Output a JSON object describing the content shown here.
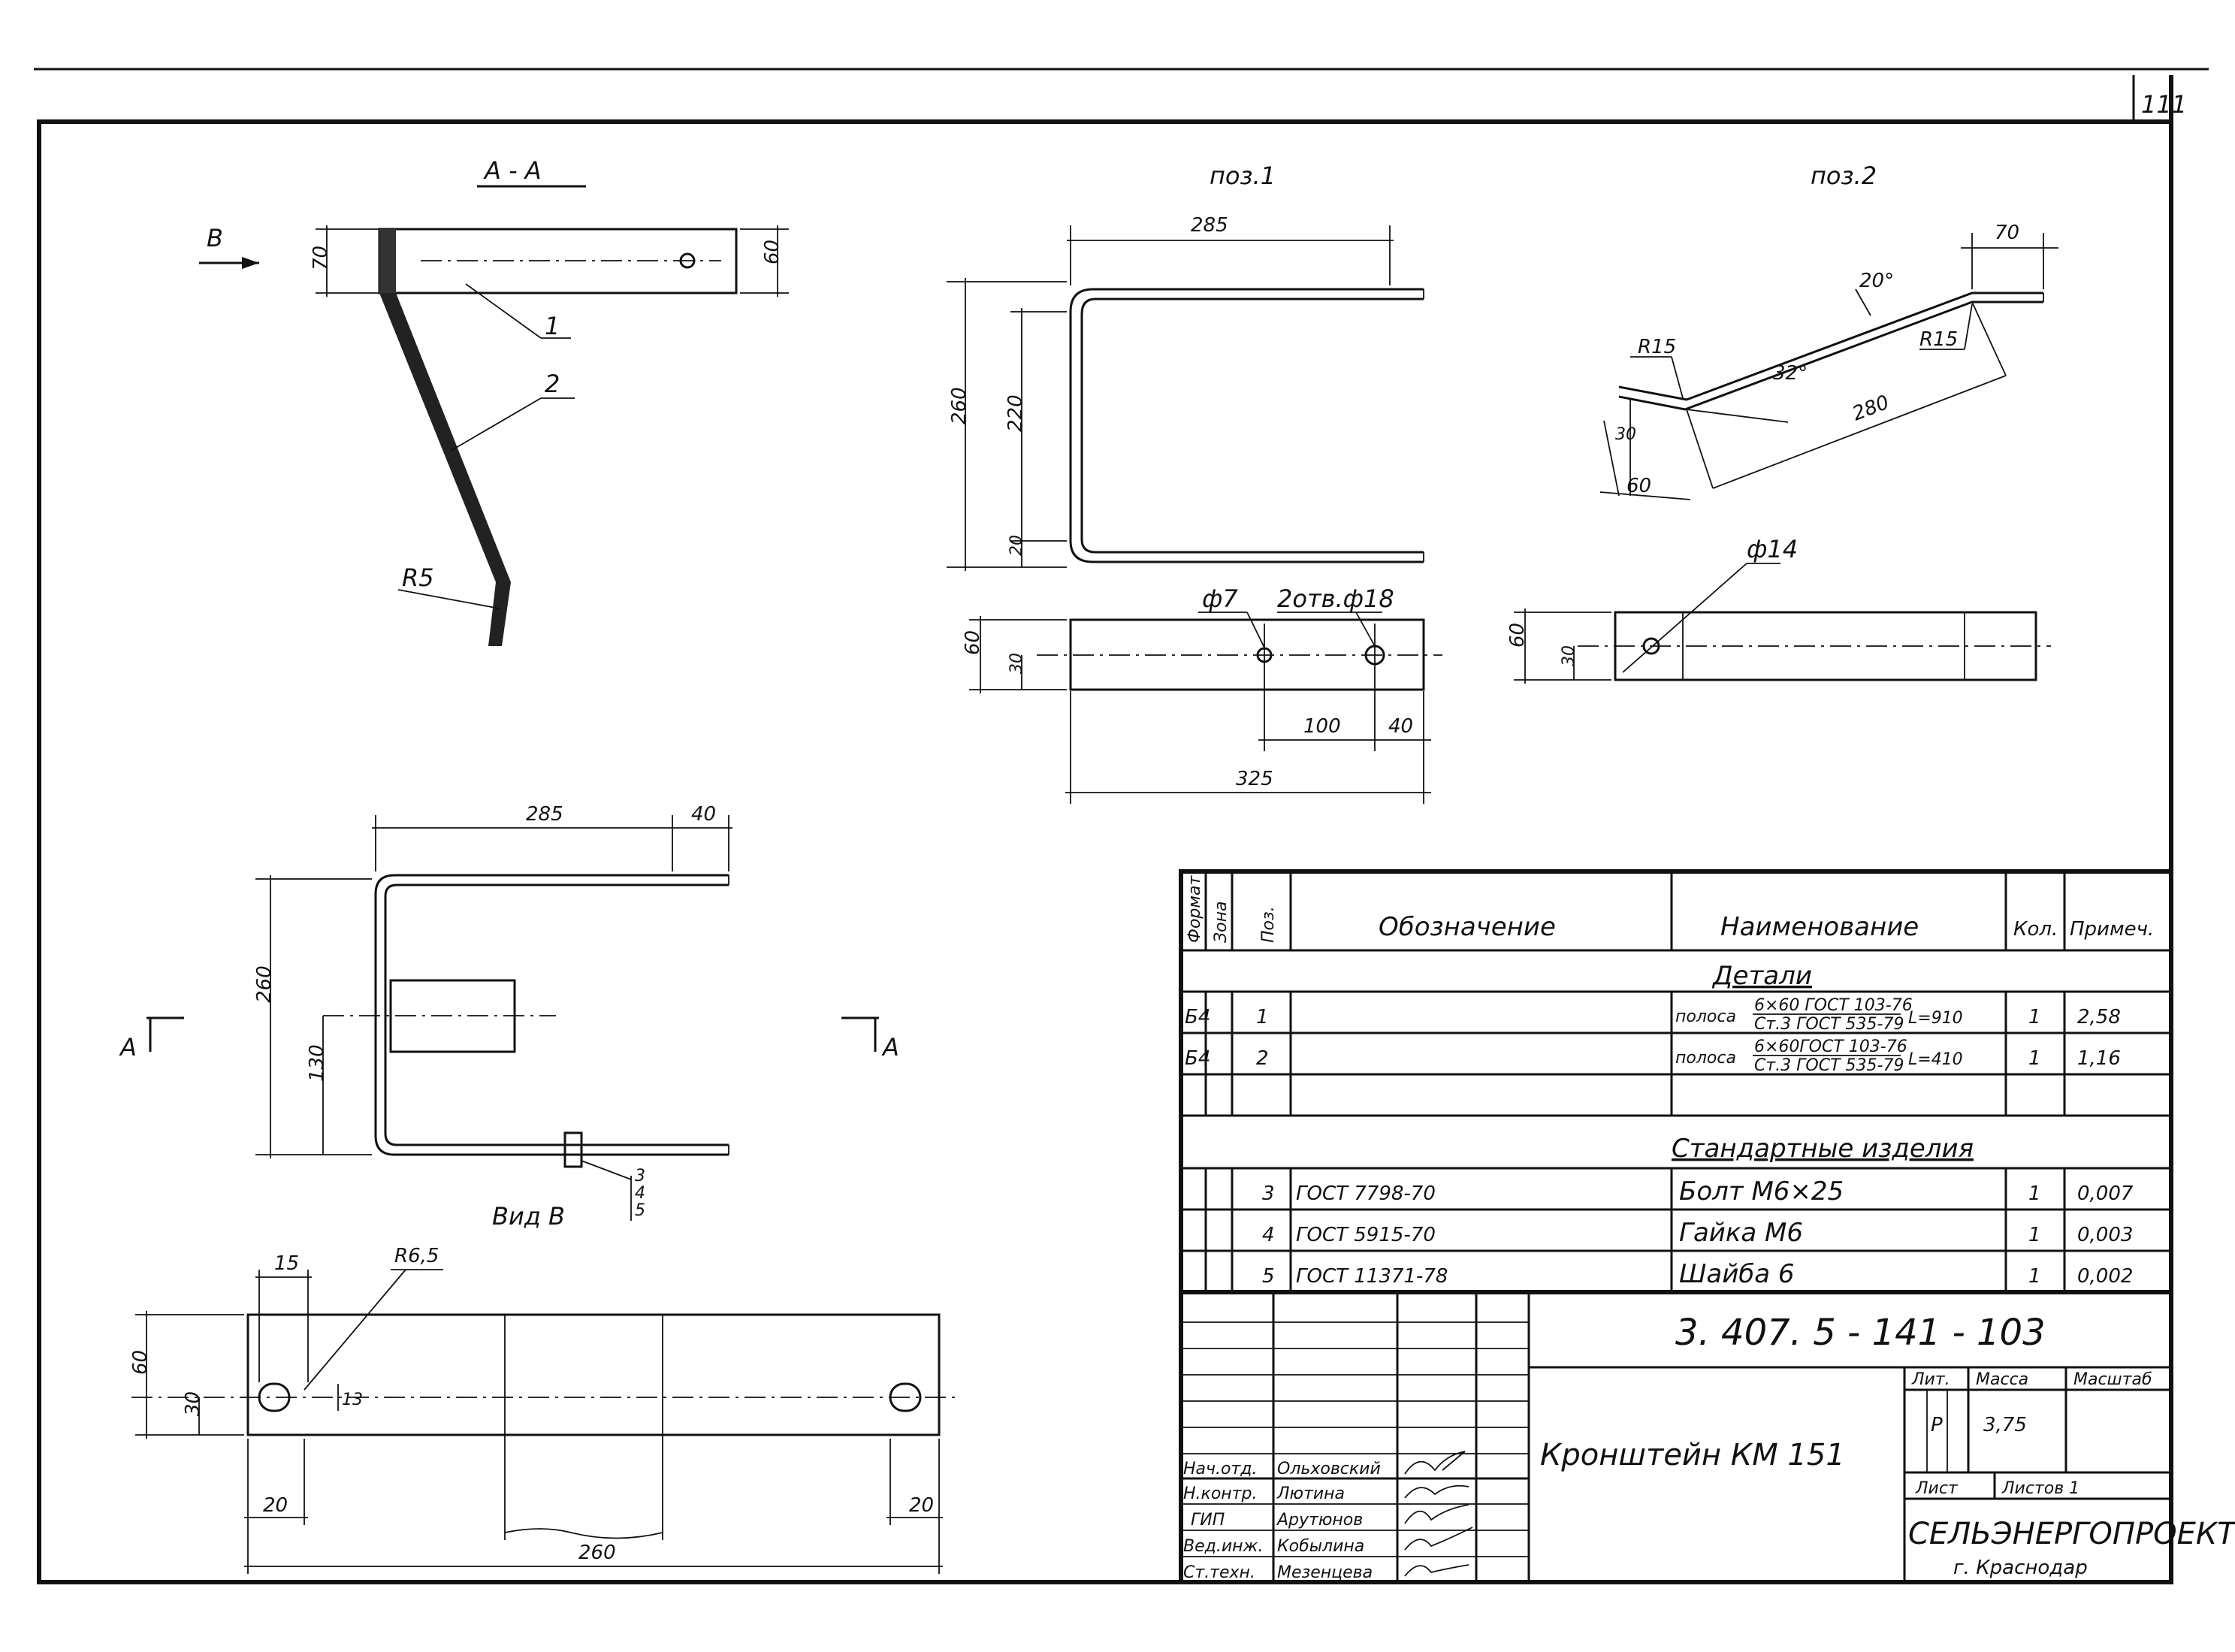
{
  "sheet": {
    "page_number": "111"
  },
  "views": {
    "section_title": "А - А",
    "section_view_arrow": "В",
    "view_b_title": "Вид В",
    "pos1_title": "поз.1",
    "pos2_title": "поз.2",
    "section_cut_left": "А",
    "section_cut_right": "А"
  },
  "callouts": {
    "part1": "1",
    "part2": "2",
    "r5": "R5",
    "hole_d7": "ф7",
    "holes_d18": "2отв.ф18",
    "hole_d14": "ф14",
    "r15_left": "R15",
    "r15_right": "R15",
    "angle_20": "20°",
    "angle_32": "32°",
    "r65": "R6,5",
    "fastener_stack": [
      "3",
      "4",
      "5"
    ]
  },
  "dimensions": {
    "aa_70": "70",
    "aa_60": "60",
    "p1_285": "285",
    "p1_260": "260",
    "p1_220": "220",
    "p1_20": "20",
    "p1_60": "60",
    "p1_30": "30",
    "p1_100": "100",
    "p1_40": "40",
    "p1_325": "325",
    "p2_70": "70",
    "p2_280": "280",
    "p2_30": "30",
    "p2_60a": "60",
    "p2_60b": "60",
    "p2_30b": "30",
    "asm_285": "285",
    "asm_40": "40",
    "asm_260": "260",
    "asm_130": "130",
    "vb_15": "15",
    "vb_60": "60",
    "vb_30": "30",
    "vb_20_left": "20",
    "vb_20_right": "20",
    "vb_260": "260",
    "vb_13": "13"
  },
  "spec_table": {
    "headers": {
      "format": "Формат",
      "zone": "Зона",
      "pos": "Поз.",
      "designation": "Обозначение",
      "name": "Наименование",
      "qty": "Кол.",
      "note": "Примеч."
    },
    "section_details": "Детали",
    "section_standard": "Стандартные изделия",
    "details": [
      {
        "format": "Б4",
        "pos": "1",
        "name_prefix": "полоса",
        "name_top": "6×60 ГОСТ 103-76",
        "name_bottom": "Ст.3 ГОСТ 535-79",
        "length": "L=910",
        "qty": "1",
        "note": "2,58"
      },
      {
        "format": "Б4",
        "pos": "2",
        "name_prefix": "полоса",
        "name_top": "6×60ГОСТ 103-76",
        "name_bottom": "Ст.3 ГОСТ 535-79",
        "length": "L=410",
        "qty": "1",
        "note": "1,16"
      }
    ],
    "standard": [
      {
        "pos": "3",
        "designation": "ГОСТ 7798-70",
        "name": "Болт  М6×25",
        "qty": "1",
        "note": "0,007"
      },
      {
        "pos": "4",
        "designation": "ГОСТ 5915-70",
        "name": "Гайка М6",
        "qty": "1",
        "note": "0,003"
      },
      {
        "pos": "5",
        "designation": "ГОСТ 11371-78",
        "name": "Шайба 6",
        "qty": "1",
        "note": "0,002"
      }
    ]
  },
  "title_block": {
    "document_code": "3. 407. 5 - 141 - 103",
    "product_name": "Кронштейн  КМ 151",
    "lit_label": "Лит.",
    "mass_label": "Масса",
    "scale_label": "Масштаб",
    "lit_value": "Р",
    "mass_value": "3,75",
    "sheet_label": "Лист",
    "sheets_label": "Листов 1",
    "organization": "СЕЛЬЭНЕРГОПРОЕКТ",
    "city": "г. Краснодар",
    "signatures": [
      {
        "role": "Нач.отд.",
        "name": "Ольховский"
      },
      {
        "role": "Н.контр.",
        "name": "Лютина"
      },
      {
        "role": "ГИП",
        "name": "Арутюнов"
      },
      {
        "role": "Вед.инж.",
        "name": "Кобылина"
      },
      {
        "role": "Ст.техн.",
        "name": "Мезенцева"
      }
    ]
  }
}
